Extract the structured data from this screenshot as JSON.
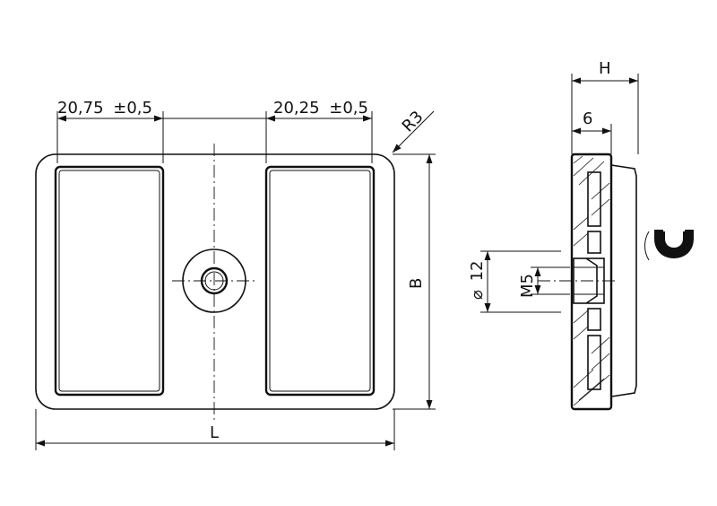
{
  "labels": {
    "dim_left_width": "20,75",
    "dim_left_tol": "±0,5",
    "dim_right_width": "20,25",
    "dim_right_tol": "±0,5",
    "radius": "R3",
    "height_b": "B",
    "length_l": "L",
    "total_h": "H",
    "thickness": "6",
    "diameter_symbol": "⌀",
    "diameter": "12",
    "thread": "M5"
  },
  "colors": {
    "line": "#111111",
    "background": "#ffffff"
  },
  "icons": {
    "magnet": "magnet-icon"
  }
}
